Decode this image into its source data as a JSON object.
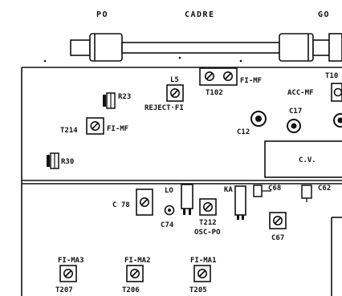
{
  "top_labels": {
    "po": "PO",
    "cadre": "CADRE",
    "go": "GO"
  },
  "upper_board": {
    "l5": "L5",
    "reject_fi": "REJECT·FI",
    "fi_mf_top": "FI-MF",
    "t102": "T102",
    "t10_partial": "T10",
    "acc_mf": "ACC-MF",
    "r23": "R23",
    "t214": "T214",
    "fi_mf_left": "FI-MF",
    "c12": "C12",
    "c17": "C17",
    "r30": "R30",
    "cv": "C.V."
  },
  "lower_board": {
    "c78": "C 78",
    "lo": "LO",
    "c74": "C74",
    "ka": "KA",
    "t212": "T212",
    "osc_po": "OSC-PO",
    "c68": "C68",
    "c62": "C62",
    "c67": "C67",
    "fi_ma3": "FI-MA3",
    "fi_ma2": "FI-MA2",
    "fi_ma1": "FI-MA1",
    "t207": "T207",
    "t206": "T206",
    "t205": "T205"
  }
}
